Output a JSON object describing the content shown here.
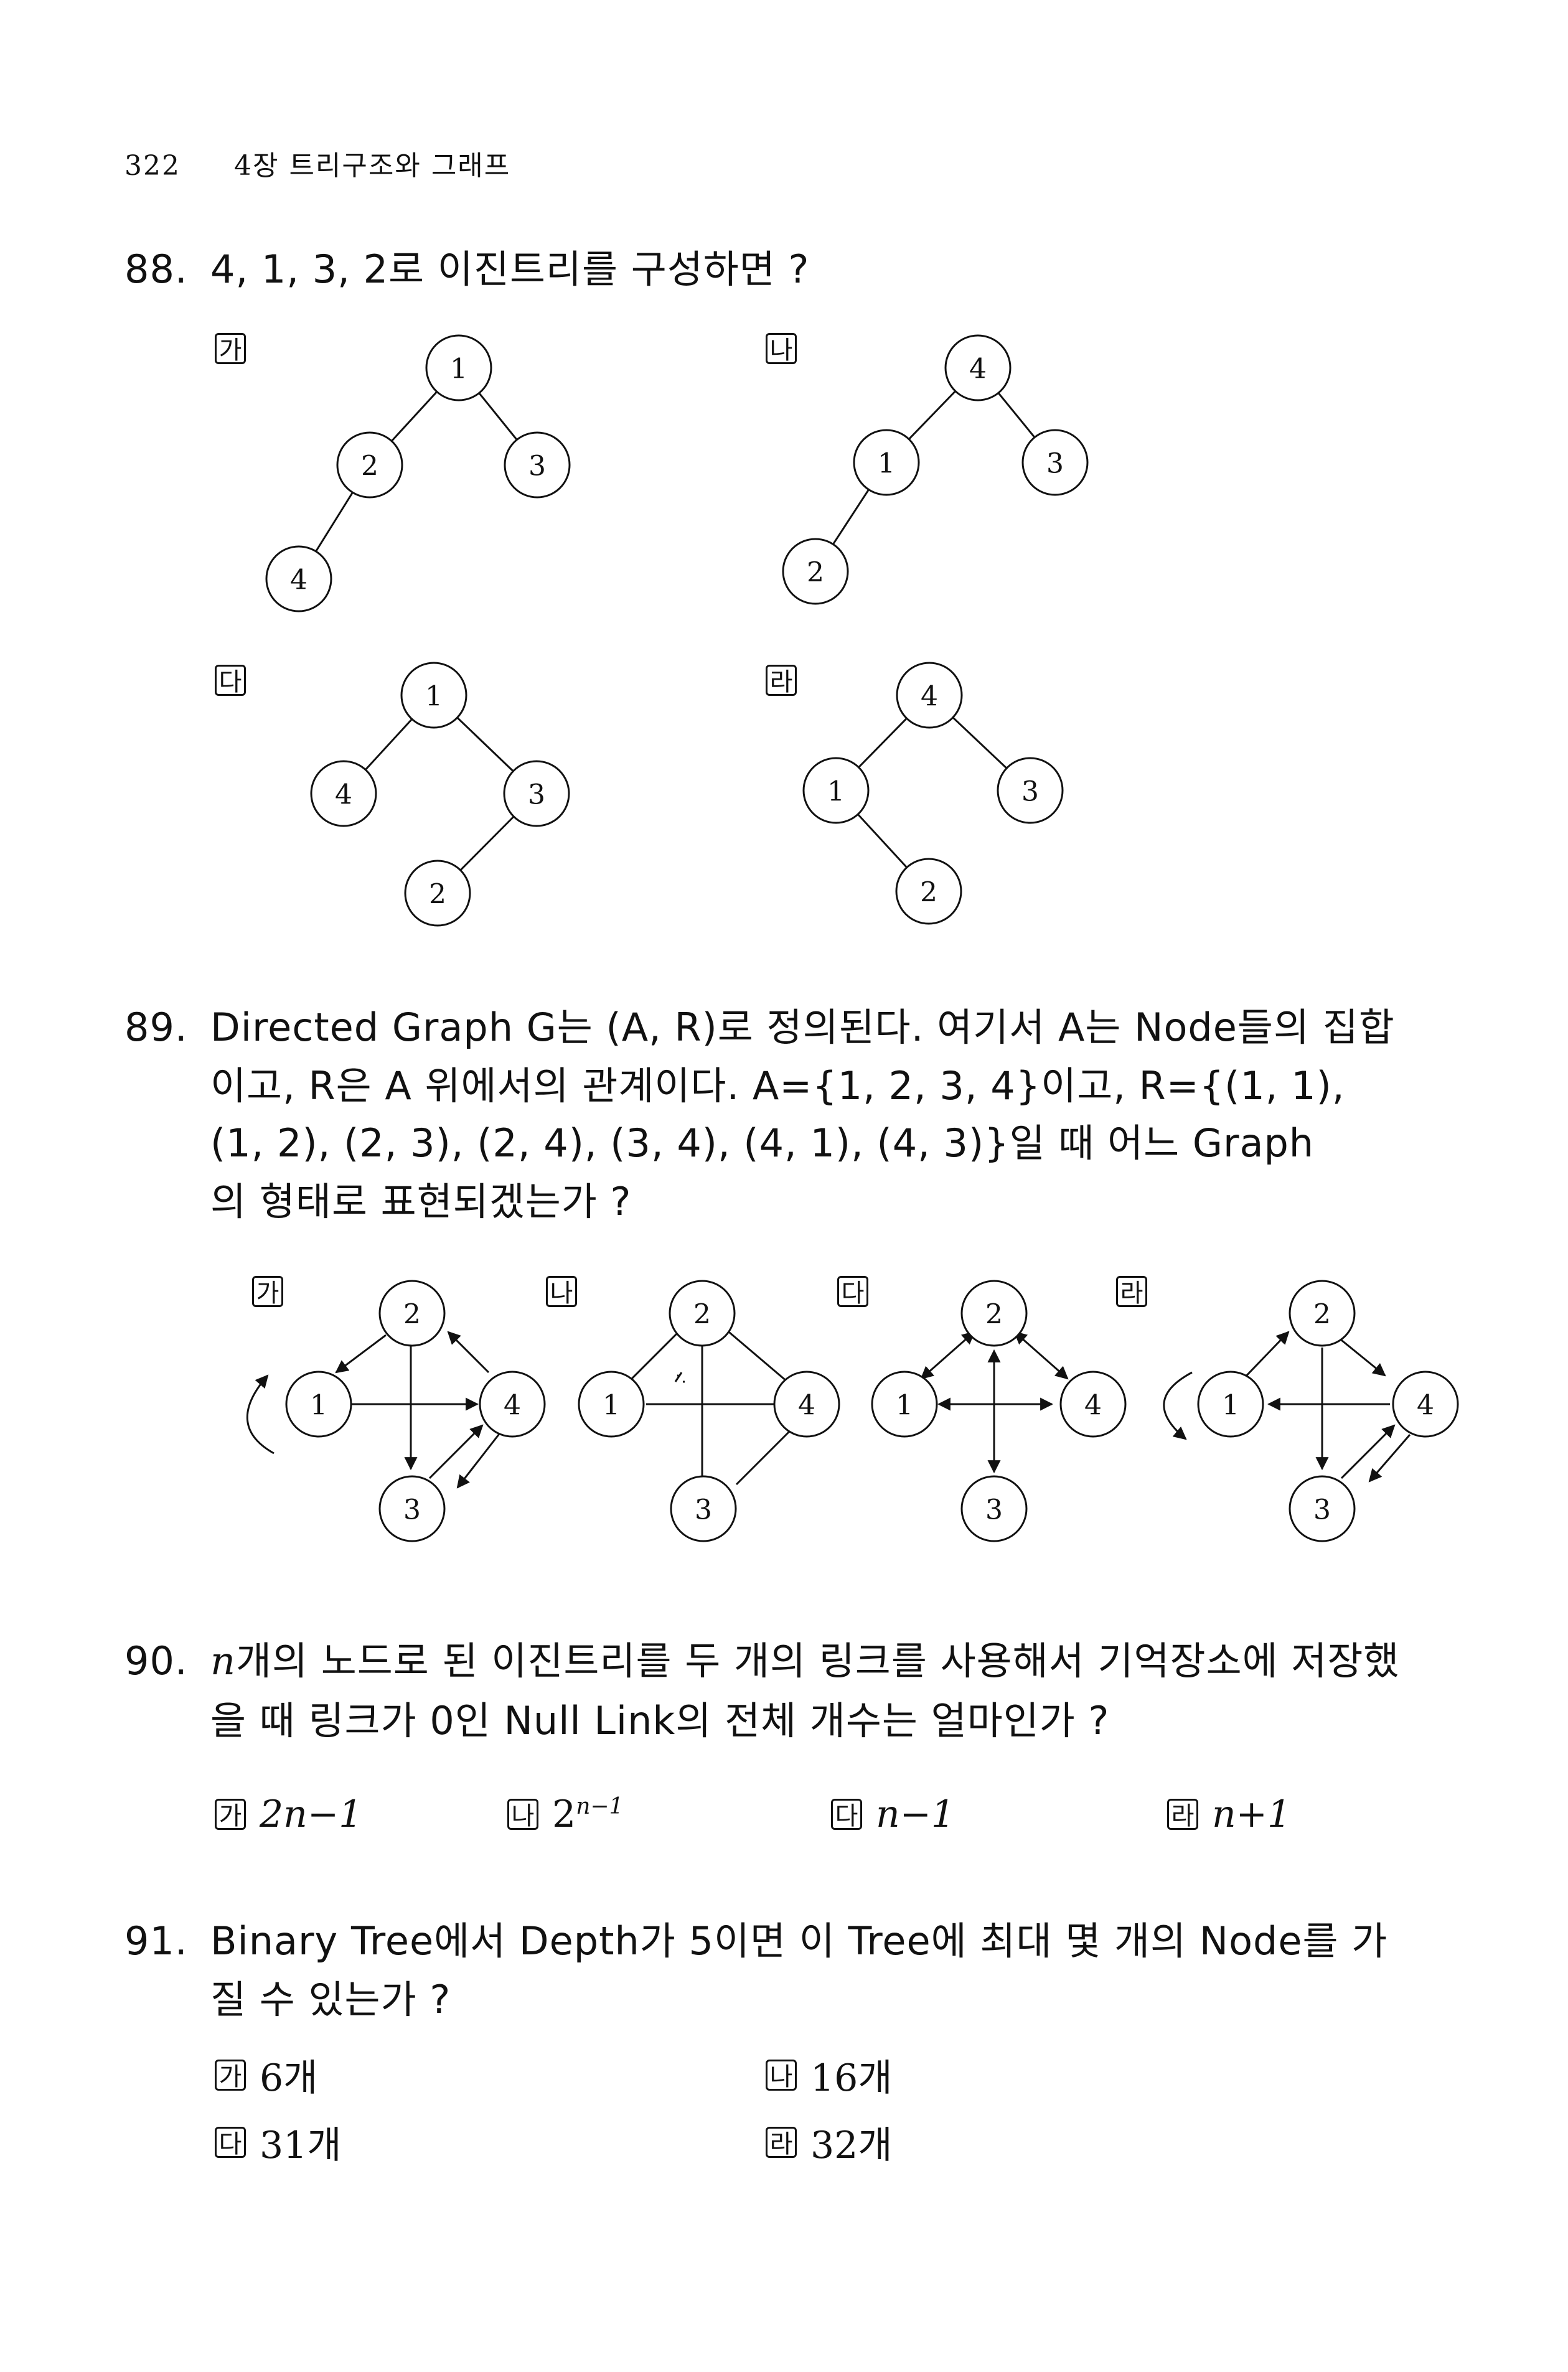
{
  "header": {
    "page_number": "322",
    "chapter": "4장  트리구조와 그래프"
  },
  "q88": {
    "number": "88.",
    "text": "4, 1, 3, 2로 이진트리를 구성하면 ?",
    "options": [
      {
        "label": "가",
        "nodes": [
          "1",
          "2",
          "3",
          "4"
        ]
      },
      {
        "label": "나",
        "nodes": [
          "4",
          "1",
          "3",
          "2"
        ]
      },
      {
        "label": "다",
        "nodes": [
          "1",
          "4",
          "3",
          "2"
        ]
      },
      {
        "label": "라",
        "nodes": [
          "4",
          "1",
          "3",
          "2"
        ]
      }
    ]
  },
  "q89": {
    "number": "89.",
    "lines": [
      "Directed Graph G는 (A, R)로 정의된다. 여기서 A는 Node들의 집합",
      "이고, R은 A 위에서의 관계이다. A={1, 2, 3, 4}이고, R={(1, 1),",
      "(1, 2), (2, 3), (2, 4), (3, 4), (4, 1), (4, 3)}일 때 어느 Graph",
      "의 형태로 표현되겠는가 ?"
    ],
    "options": [
      {
        "label": "가",
        "nodes": [
          "1",
          "2",
          "3",
          "4"
        ]
      },
      {
        "label": "나",
        "nodes": [
          "1",
          "2",
          "3",
          "4"
        ]
      },
      {
        "label": "다",
        "nodes": [
          "1",
          "2",
          "3",
          "4"
        ]
      },
      {
        "label": "라",
        "nodes": [
          "1",
          "2",
          "3",
          "4"
        ]
      }
    ]
  },
  "q90": {
    "number": "90.",
    "line1_var": "n",
    "line1_text": "개의 노드로 된 이진트리를 두 개의 링크를 사용해서 기억장소에 저장했",
    "line2": "을 때 링크가 0인 Null Link의 전체 개수는 얼마인가 ?",
    "choices": [
      {
        "label": "가",
        "text": "2n−1"
      },
      {
        "label": "나",
        "base": "2",
        "exp": "n−1"
      },
      {
        "label": "다",
        "text": "n−1"
      },
      {
        "label": "라",
        "text": "n+1"
      }
    ]
  },
  "q91": {
    "number": "91.",
    "lines": [
      "Binary Tree에서 Depth가 5이면 이 Tree에 최대 몇 개의 Node를 가",
      "질 수 있는가 ?"
    ],
    "choices": [
      {
        "label": "가",
        "text": "6개"
      },
      {
        "label": "나",
        "text": "16개"
      },
      {
        "label": "다",
        "text": "31개"
      },
      {
        "label": "라",
        "text": "32개"
      }
    ]
  }
}
